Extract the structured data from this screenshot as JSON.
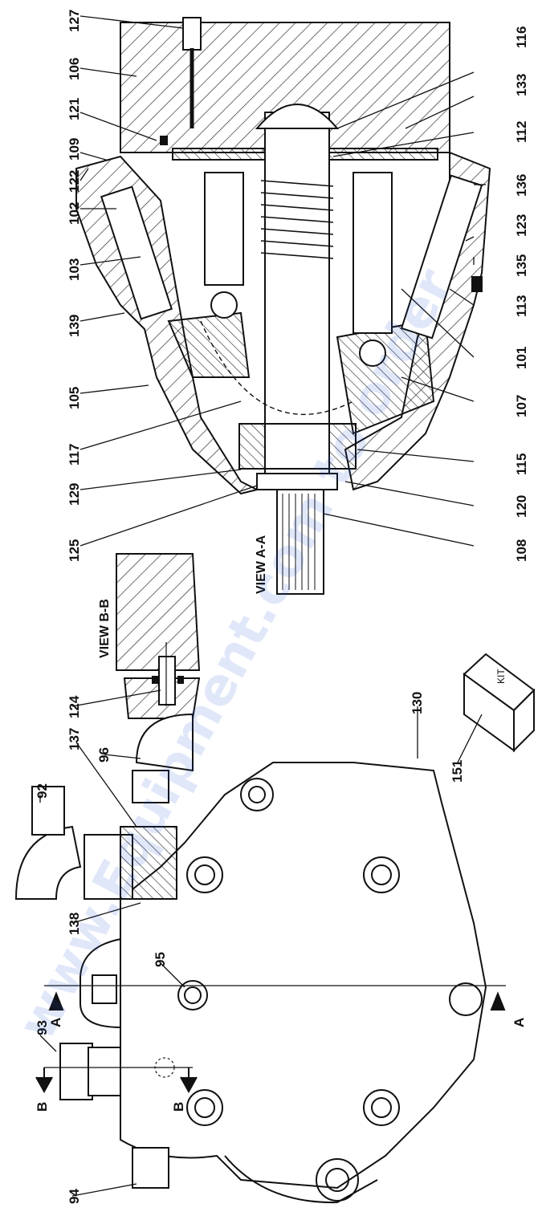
{
  "figure": {
    "view_a": "VIEW A-A",
    "view_b": "VIEW B-B",
    "kit": "KIT",
    "watermark": "www.Equipment.com to order",
    "section_markers": [
      "A",
      "A",
      "B",
      "B"
    ]
  },
  "callouts_top_left": [
    "127",
    "106",
    "121",
    "109",
    "122",
    "102",
    "103",
    "139",
    "105",
    "117",
    "129",
    "125"
  ],
  "callouts_top_right": [
    "116",
    "133",
    "112",
    "136",
    "123",
    "135",
    "113",
    "101",
    "107",
    "115",
    "120",
    "108"
  ],
  "callouts_bottom": [
    "124",
    "92",
    "137",
    "96",
    "130",
    "151",
    "138",
    "95",
    "93",
    "94"
  ],
  "colors": {
    "ink": "#111111",
    "watermark": "#1d4fd6",
    "paper": "#ffffff"
  }
}
